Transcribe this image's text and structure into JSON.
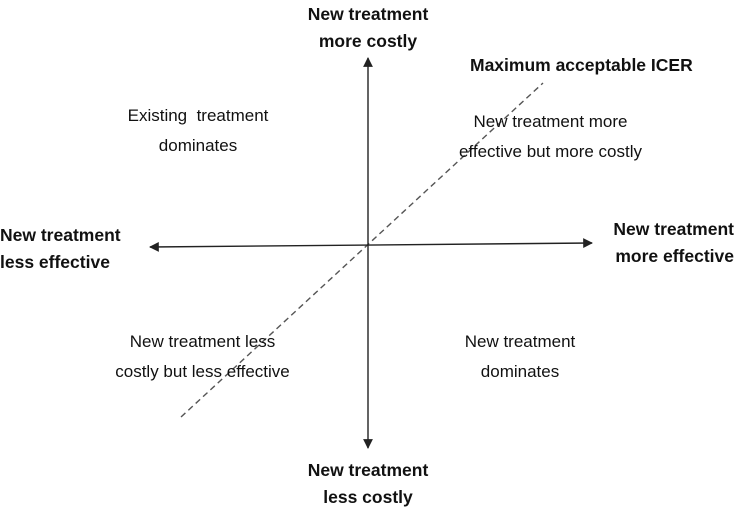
{
  "axes": {
    "top": {
      "line1": "New treatment",
      "line2": "more costly"
    },
    "bottom": {
      "line1": "New treatment",
      "line2": "less costly"
    },
    "left": {
      "line1": "New treatment",
      "line2": "less effective"
    },
    "right": {
      "line1": "New treatment",
      "line2": "more effective"
    }
  },
  "threshold_line": {
    "label": "Maximum acceptable ICER",
    "style": "dashed"
  },
  "quadrants": {
    "top_left": {
      "line1": "Existing  treatment",
      "line2": "dominates"
    },
    "top_right": {
      "line1": "New treatment more",
      "line2": "effective but more costly"
    },
    "bottom_left": {
      "line1": "New treatment less",
      "line2": "costly but less effective"
    },
    "bottom_right": {
      "line1": "New treatment",
      "line2": "dominates"
    }
  },
  "colors": {
    "axis": "#222222",
    "dashed_line": "#555555",
    "text": "#111111"
  }
}
